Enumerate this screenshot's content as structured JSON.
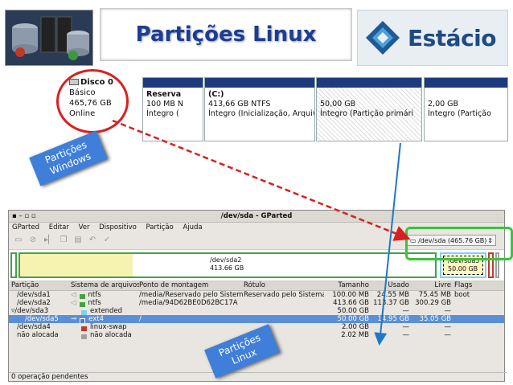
{
  "slide": {
    "title": "Partições Linux",
    "logo_text": "Estácio"
  },
  "windows_disk": {
    "name": "Disco 0",
    "type": "Básico",
    "size": "465,76 GB",
    "status": "Online",
    "partitions": [
      {
        "name": "Reserva",
        "line2": "100 MB N",
        "line3": "Íntegro ("
      },
      {
        "name": "(C:)",
        "line2": "413,66 GB NTFS",
        "line3": "Íntegro (Inicialização, Arquivo"
      },
      {
        "name": "",
        "line2": "50,00 GB",
        "line3": "Íntegro (Partição primári"
      },
      {
        "name": "",
        "line2": "2,00 GB",
        "line3": "Íntegro (Partição"
      }
    ]
  },
  "callouts": {
    "windows": "Partições\nWindows",
    "linux": "Partições\nLinux"
  },
  "gparted": {
    "title": "/dev/sda - GParted",
    "menu": [
      "GParted",
      "Editar",
      "Ver",
      "Dispositivo",
      "Partição",
      "Ajuda"
    ],
    "device_selector": "/dev/sda  (465.76 GB)",
    "map": {
      "sda2_name": "/dev/sda2",
      "sda2_size": "413.66 GB",
      "sda5_name": "/dev/sda5",
      "sda5_size": "50.00 GB"
    },
    "headers": [
      "Partição",
      "Sistema de arquivos",
      "Ponto de montagem",
      "Rótulo",
      "Tamanho",
      "Usado",
      "Livre",
      "Flags"
    ],
    "rows": [
      {
        "part": "/dev/sda1",
        "fs": "ntfs",
        "color": "#46a046",
        "mount": "/media/Reservado pelo Sistema",
        "label": "Reservado pelo Sistema",
        "size": "100.00 MB",
        "used": "24.55 MB",
        "free": "75.45 MB",
        "flags": "boot"
      },
      {
        "part": "/dev/sda2",
        "fs": "ntfs",
        "color": "#46a046",
        "mount": "/media/94D62BE0D62BC17A",
        "label": "",
        "size": "413.66 GB",
        "used": "113.37 GB",
        "free": "300.29 GB",
        "flags": ""
      },
      {
        "part": "/dev/sda3",
        "fs": "extended",
        "color": "#7ed0f0",
        "mount": "",
        "label": "",
        "size": "50.00 GB",
        "used": "—",
        "free": "—",
        "flags": ""
      },
      {
        "part": "/dev/sda5",
        "fs": "ext4",
        "color": "#4a7fc8",
        "mount": "/",
        "label": "",
        "size": "50.00 GB",
        "used": "14.95 GB",
        "free": "35.05 GB",
        "flags": ""
      },
      {
        "part": "/dev/sda4",
        "fs": "linux-swap",
        "color": "#c0392b",
        "mount": "",
        "label": "",
        "size": "2.00 GB",
        "used": "—",
        "free": "—",
        "flags": ""
      },
      {
        "part": "não alocada",
        "fs": "não alocada",
        "color": "#a0a0a0",
        "mount": "",
        "label": "",
        "size": "2.02 MB",
        "used": "—",
        "free": "—",
        "flags": ""
      }
    ],
    "status": "0 operação pendentes"
  }
}
